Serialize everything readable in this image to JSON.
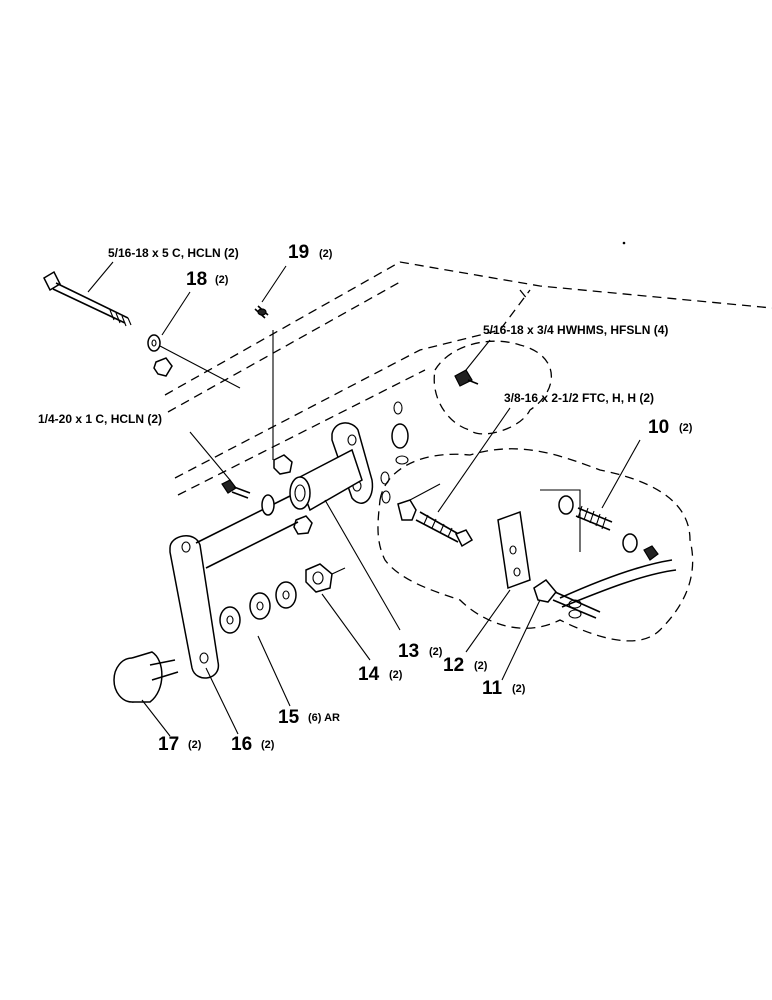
{
  "callouts": {
    "c10": {
      "num": "10",
      "qty": "(2)"
    },
    "c11": {
      "num": "11",
      "qty": "(2)"
    },
    "c12": {
      "num": "12",
      "qty": "(2)"
    },
    "c13": {
      "num": "13",
      "qty": "(2)"
    },
    "c14": {
      "num": "14",
      "qty": "(2)"
    },
    "c15": {
      "num": "15",
      "qty": "(6) AR"
    },
    "c16": {
      "num": "16",
      "qty": "(2)"
    },
    "c17": {
      "num": "17",
      "qty": "(2)"
    },
    "c18": {
      "num": "18",
      "qty": "(2)"
    },
    "c19": {
      "num": "19",
      "qty": "(2)"
    }
  },
  "hardware": {
    "bolt_5_16_x5": "5/16-18 x 5 C, HCLN (2)",
    "bolt_5_16_x3_4": "5/16-18 x 3/4 HWHMS, HFSLN (4)",
    "bolt_3_8": "3/8-16 x 2-1/2 FTC, H, H (2)",
    "bolt_1_4": "1/4-20 x 1 C, HCLN (2)"
  }
}
